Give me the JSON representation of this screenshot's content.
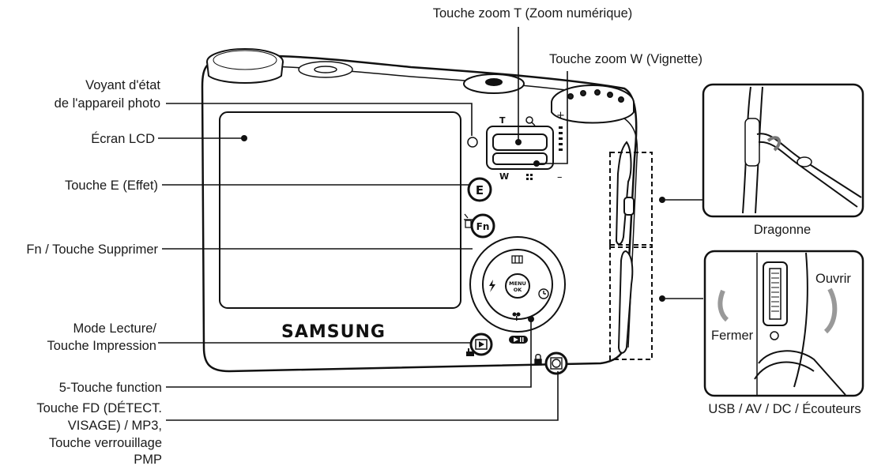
{
  "brand": "SAMSUNG",
  "callouts": {
    "zoom_t": "Touche zoom T (Zoom numérique)",
    "zoom_w": "Touche zoom W (Vignette)",
    "status_lamp_1": "Voyant d'état",
    "status_lamp_2": "de l'appareil photo",
    "lcd": "Écran LCD",
    "e_button": "Touche E (Effet)",
    "fn_button": "Fn / Touche Supprimer",
    "playback_1": "Mode Lecture/",
    "playback_2": "Touche Impression",
    "five_way": "5-Touche function",
    "fd_1": "Touche FD (DÉTECT.",
    "fd_2": "VISAGE) / MP3,",
    "fd_3": "Touche verrouillage",
    "fd_4": "PMP",
    "strap": "Dragonne",
    "ports": "USB / AV / DC / Écouteurs"
  },
  "inset_ports": {
    "open": "Ouvrir",
    "close": "Fermer"
  },
  "button_glyphs": {
    "e": "E",
    "fn": "Fn",
    "menu_1": "MENU",
    "menu_2": "OK",
    "zoom_t": "T",
    "zoom_w": "W",
    "plus": "+",
    "minus": "–"
  },
  "icons": [
    "trash-icon",
    "zoom-magnifier-icon",
    "thumbnail-grid-icon",
    "play-icon",
    "print-icon",
    "face-detect-icon",
    "macro-flower-icon",
    "flash-icon",
    "timer-icon",
    "display-icon",
    "lock-icon",
    "play-pause-icon",
    "rotate-arrow-icon"
  ]
}
